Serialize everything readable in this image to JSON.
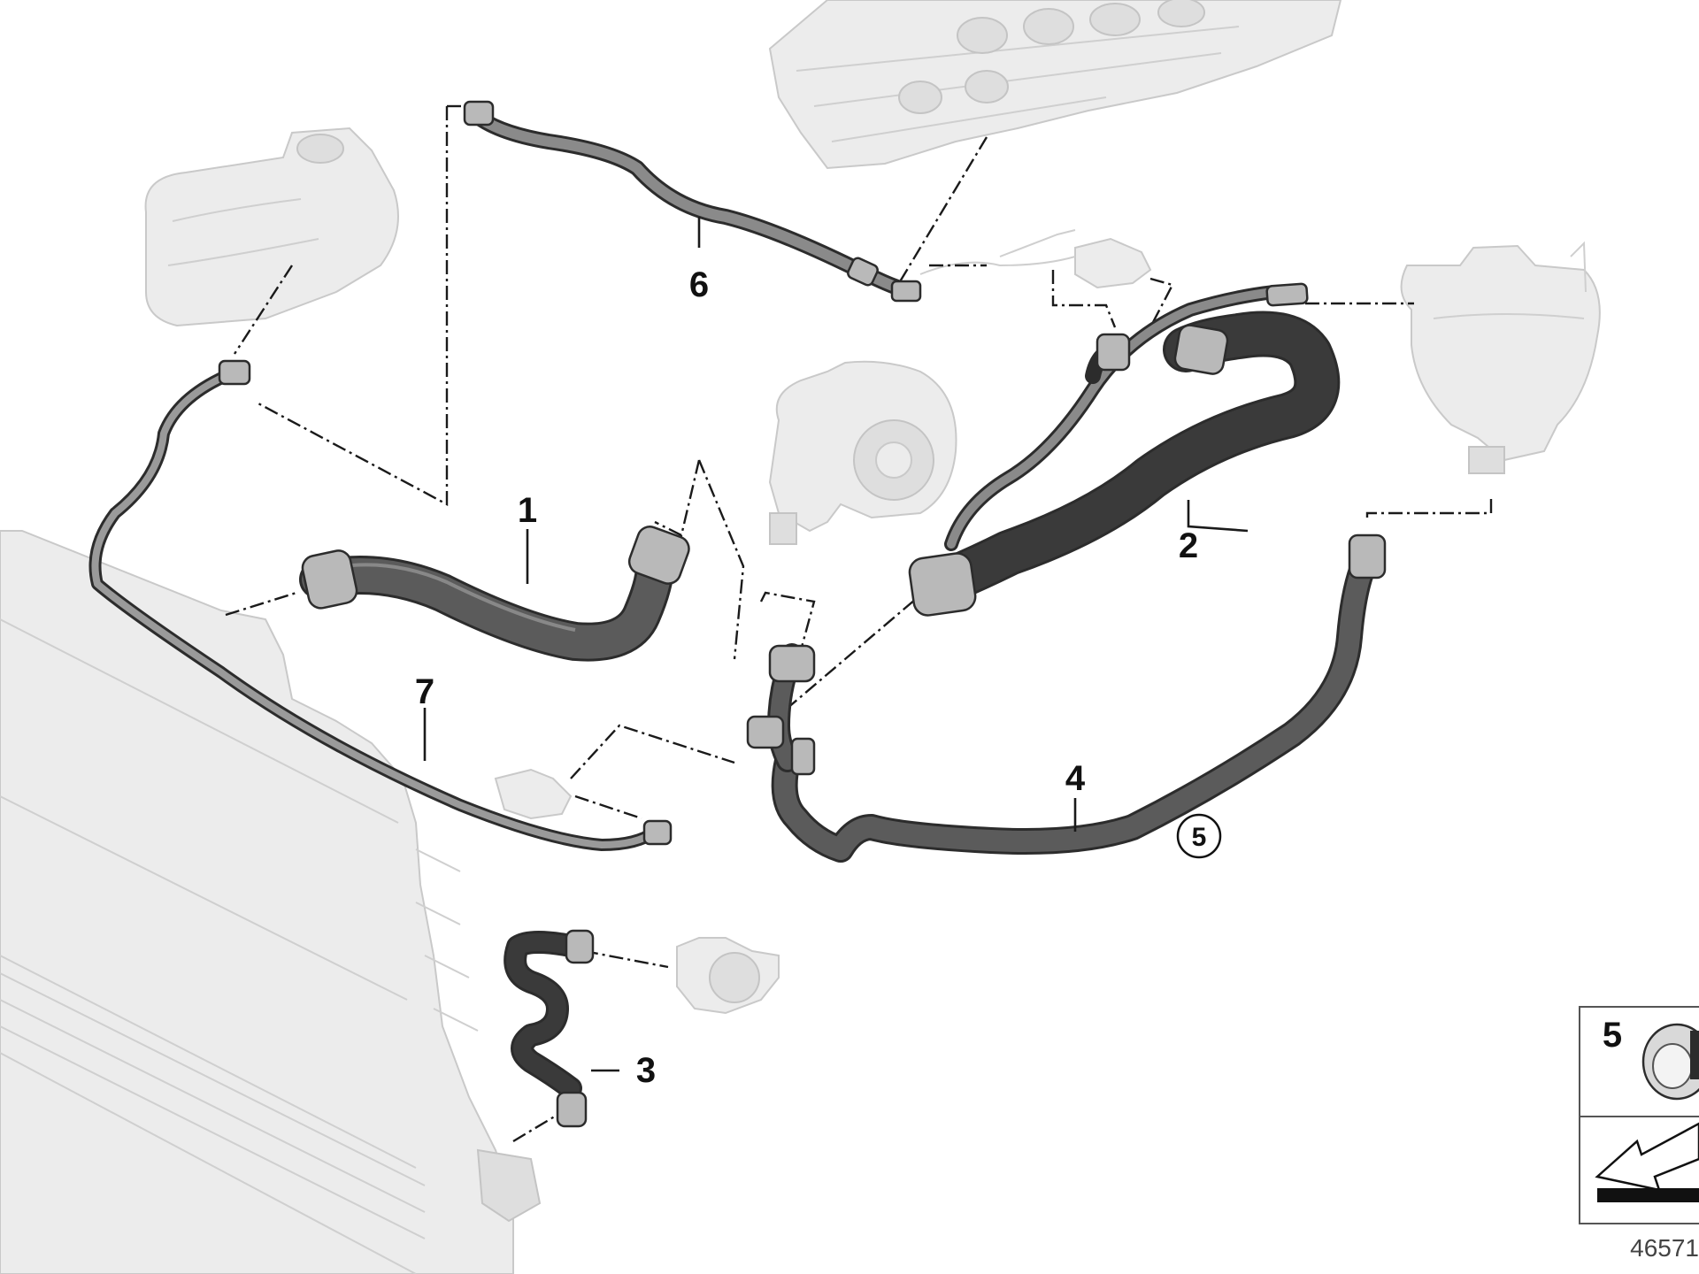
{
  "diagram": {
    "callouts": {
      "hose_1": "1",
      "hose_2": "2",
      "hose_3": "3",
      "hose_4": "4",
      "clamp_5": "5",
      "line_6": "6",
      "line_7": "7"
    },
    "inset": {
      "clamp_label": "5"
    },
    "document_number": "46571"
  },
  "colors": {
    "hose_dark": "#3a3a3a",
    "hose_mid": "#5b5b5b",
    "ghost_part": "#ececec",
    "outline": "#2c2c2c"
  }
}
